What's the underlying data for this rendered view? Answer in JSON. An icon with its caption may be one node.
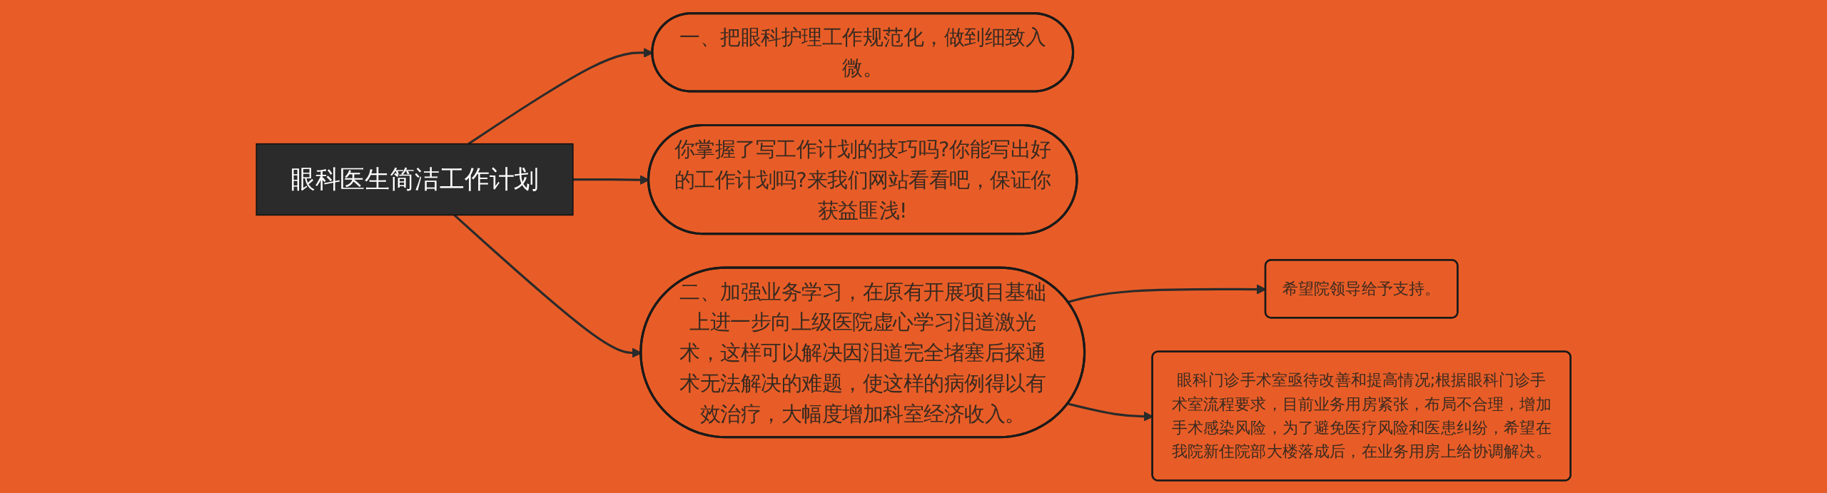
{
  "diagram": {
    "nodes": [
      {
        "text": [
          "眼科医生简洁工作计划"
        ]
      },
      {
        "text": [
          "一、把眼科护理工作规范化，做到细致入微。"
        ]
      },
      {
        "text": [
          "你掌握了写工作计划的技巧吗?你能写出好的工作计划吗?来我们网站看看吧，保证你获益匪浅!"
        ]
      },
      {
        "text": [
          "二、加强业务学习，在原有开展项目基础上进一步向上级医院虚心学习泪道激光术，这样可以解决因泪道完全堵塞后探通术无法解决的难题，使这样的病例得以有效治疗，大幅度增加科室经济收入。"
        ]
      },
      {
        "text": [
          "希望院领导给予支持。"
        ]
      },
      {
        "text": [
          "眼科门诊手术室亟待改善和提高情况;根据眼科门诊手术室流程要求，目前业务用房紧张，布局不合理，增加手术感染风险，为了避免医疗风险和医患纠纷，希望在我院新住院部大楼落成后，在业务用房上给协调解决。"
        ]
      }
    ],
    "edges": [
      {
        "from": 0,
        "to": 1,
        "arrow": "to"
      },
      {
        "from": 0,
        "to": 2,
        "arrow": "to"
      },
      {
        "from": 0,
        "to": 3,
        "arrow": "to"
      },
      {
        "from": 3,
        "to": 4,
        "arrow": "to"
      },
      {
        "from": 3,
        "to": 5,
        "arrow": "to"
      }
    ]
  }
}
